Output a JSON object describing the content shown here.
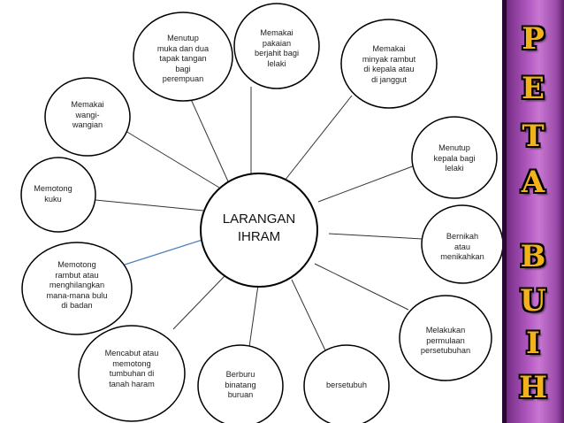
{
  "diagram": {
    "center": "LARANGAN\nIHRAM",
    "nodes": [
      {
        "id": "n1",
        "text": "Menutup\nmuka dan dua\ntapak tangan\nbagi\nperempuan"
      },
      {
        "id": "n2",
        "text": "Memakai\npakaian\nberjahit bagi\nlelaki"
      },
      {
        "id": "n3",
        "text": "Memakai\nminyak rambut\ndi kepala atau\ndi janggut"
      },
      {
        "id": "n4",
        "text": "Memakai\nwangi-\nwangian"
      },
      {
        "id": "n5",
        "text": "Menutup\nkepala bagi\nlelaki"
      },
      {
        "id": "n6",
        "text": "Memotong\nkuku"
      },
      {
        "id": "n7",
        "text": "Bernikah\natau\nmenikahkan"
      },
      {
        "id": "n8",
        "text": "Memotong\nrambut atau\nmenghilangkan\nmana-mana bulu\ndi badan"
      },
      {
        "id": "n9",
        "text": "Melakukan\npermulaan\npersetubuhan"
      },
      {
        "id": "n10",
        "text": "Mencabut atau\nmemotong\ntumbuhan di\ntanah haram"
      },
      {
        "id": "n11",
        "text": "Berburu\nbinatang\nburuan"
      },
      {
        "id": "n12",
        "text": "bersetubuh"
      }
    ]
  },
  "sidebar": {
    "title_letters": [
      "P",
      "E",
      "T",
      "A",
      "B",
      "U",
      "I",
      "H"
    ]
  },
  "colors": {
    "stroke": "#000000",
    "connector": "#333333",
    "highlight_connector": "#4f81bd",
    "accent_letter": "#f2b21c",
    "sidebar_purple": "#b65ec4"
  }
}
